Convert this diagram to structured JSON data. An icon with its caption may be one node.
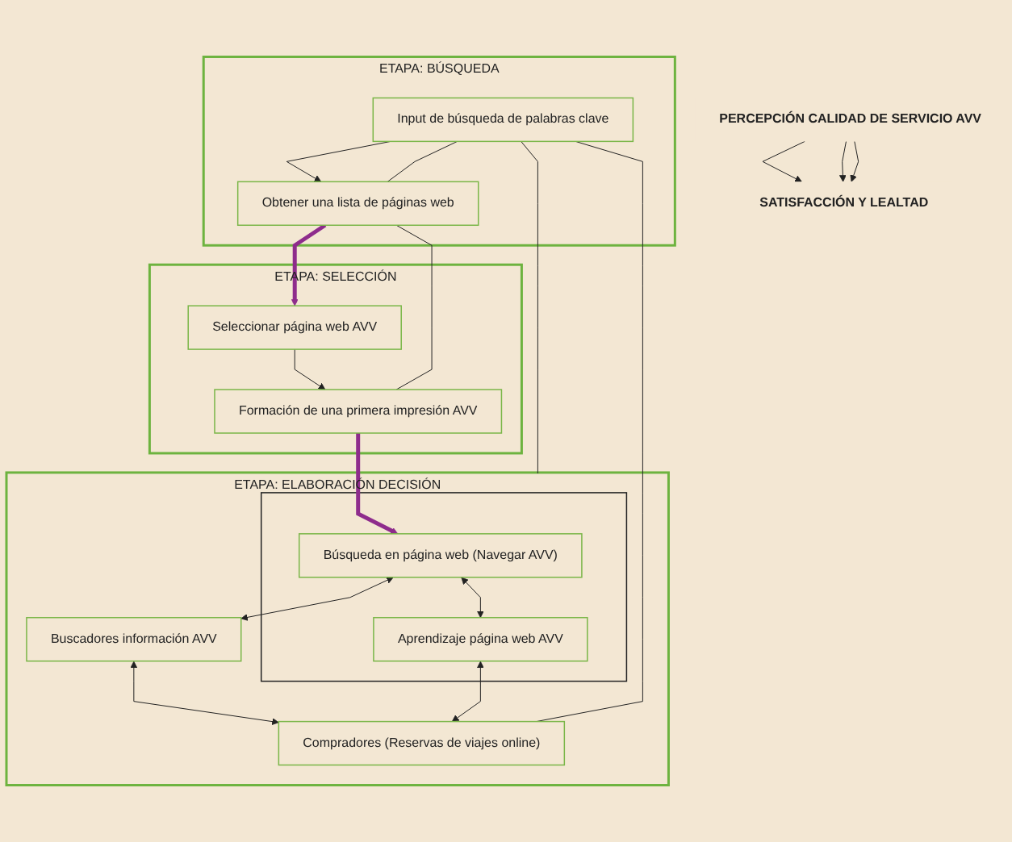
{
  "diagram": {
    "nodes": [
      {
        "text": [
          "ETAPA: BÚSQUEDA"
        ]
      },
      {
        "text": [
          "Input de búsqueda de palabras clave"
        ],
        "in": 0
      },
      {
        "text": [
          "Obtener una lista de páginas web"
        ],
        "in": 0
      },
      {
        "text": [
          "ETAPA: SELECCIÓN"
        ]
      },
      {
        "text": [
          "Seleccionar página web AVV"
        ],
        "in": 3
      },
      {
        "text": [
          "Formación de una primera impresión AVV"
        ],
        "in": 3
      },
      {
        "text": [
          "ETAPA: ELABORACIÓN DECISIÓN"
        ]
      },
      {
        "text": [],
        "shape": "box",
        "in": 6
      },
      {
        "text": [
          "Búsqueda en página web (Navegar AVV)"
        ],
        "in": 7
      },
      {
        "text": [
          "Aprendizaje página web AVV"
        ],
        "in": 7
      },
      {
        "text": [
          "Buscadores información AVV"
        ],
        "in": 6
      },
      {
        "text": [
          "Compradores (Reservas de viajes online)"
        ],
        "in": 6
      },
      {
        "text": [
          "PERCEPCIÓN CALIDAD DE SERVICIO AVV"
        ]
      },
      {
        "text": [
          "SATISFACCIÓN Y LEALTAD"
        ]
      }
    ],
    "edges": [
      {
        "from": 1,
        "to": 2,
        "arrow": "to"
      },
      {
        "from": 2,
        "to": 4,
        "arrow": "to",
        "style": "thick",
        "color": "#8e2c8c"
      },
      {
        "from": 4,
        "to": 5,
        "arrow": "to"
      },
      {
        "from": 5,
        "to": 8,
        "arrow": "to",
        "style": "thick",
        "color": "#8e2c8c"
      },
      {
        "from": 8,
        "to": 9,
        "arrow": "both"
      },
      {
        "from": 10,
        "to": 11,
        "arrow": "both"
      },
      {
        "from": 8,
        "to": 10,
        "arrow": "both"
      },
      {
        "from": 9,
        "to": 11,
        "arrow": "both"
      },
      {
        "from": 1,
        "to": 2,
        "arrow": "none"
      },
      {
        "from": 2,
        "to": 5,
        "arrow": "none"
      },
      {
        "from": 1,
        "to": 7,
        "arrow": "none"
      },
      {
        "from": 1,
        "to": 11,
        "arrow": "none"
      },
      {
        "from": 12,
        "to": 13,
        "arrow": "to"
      },
      {
        "from": 12,
        "to": 13,
        "arrow": "to"
      },
      {
        "from": 12,
        "to": 13,
        "arrow": "to"
      }
    ]
  }
}
